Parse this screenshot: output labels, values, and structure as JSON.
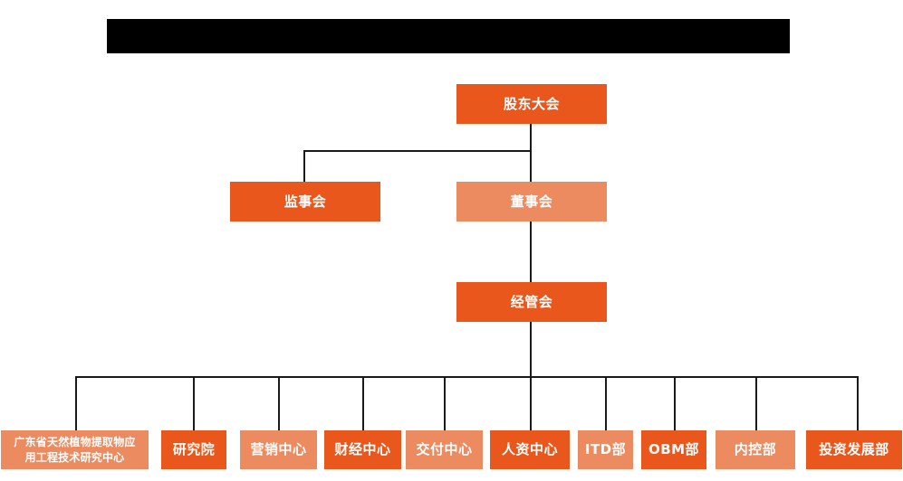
{
  "diagram": {
    "type": "org-chart",
    "title_bar": {
      "label": "",
      "redacted": "true",
      "color": "#000000"
    },
    "colors": {
      "background": "#FFFFFF",
      "node_dark": "#E9571D",
      "node_light": "#EC8A60",
      "connector": "#1A1A1A",
      "node_text": "#FFFFFF"
    },
    "levels": [
      {
        "name": "level-1",
        "nodes": [
          {
            "id": "shareholders-meeting",
            "label": "股东大会",
            "shade": "dark"
          }
        ]
      },
      {
        "name": "level-2",
        "nodes": [
          {
            "id": "board-of-supervisors",
            "label": "监事会",
            "shade": "dark"
          },
          {
            "id": "board-of-directors",
            "label": "董事会",
            "shade": "light"
          }
        ]
      },
      {
        "name": "level-3",
        "nodes": [
          {
            "id": "management-committee",
            "label": "经管会",
            "shade": "dark"
          }
        ]
      },
      {
        "name": "level-4",
        "nodes": [
          {
            "id": "guangdong-research-center",
            "label": "广东省天然植物提取物应\n用工程技术研究中心",
            "shade": "light"
          },
          {
            "id": "research-institute",
            "label": "研究院",
            "shade": "dark"
          },
          {
            "id": "marketing-center",
            "label": "营销中心",
            "shade": "light"
          },
          {
            "id": "finance-center",
            "label": "财经中心",
            "shade": "dark"
          },
          {
            "id": "delivery-center",
            "label": "交付中心",
            "shade": "light"
          },
          {
            "id": "hr-center",
            "label": "人资中心",
            "shade": "dark"
          },
          {
            "id": "itd-department",
            "label": "ITD部",
            "shade": "light"
          },
          {
            "id": "obm-department",
            "label": "OBM部",
            "shade": "dark"
          },
          {
            "id": "internal-control-department",
            "label": "内控部",
            "shade": "light"
          },
          {
            "id": "investment-development-department",
            "label": "投资发展部",
            "shade": "dark"
          }
        ]
      }
    ]
  }
}
